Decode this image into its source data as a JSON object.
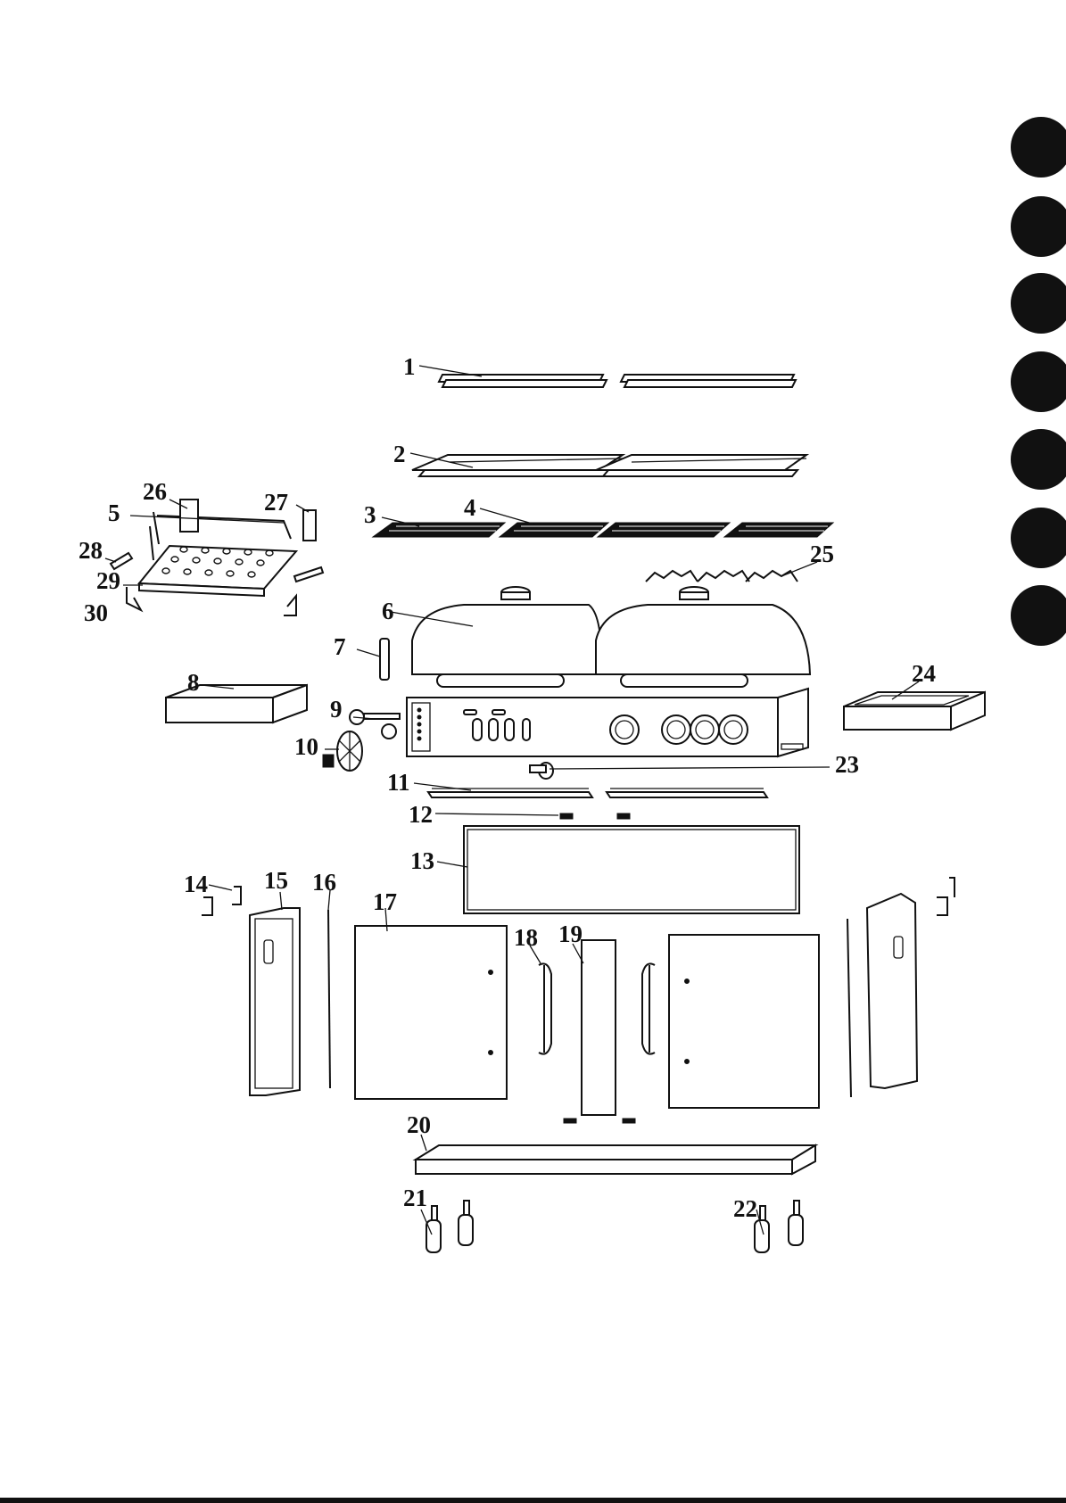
{
  "side_tabs": 7,
  "parts": [
    {
      "n": "1"
    },
    {
      "n": "2"
    },
    {
      "n": "3"
    },
    {
      "n": "4"
    },
    {
      "n": "5"
    },
    {
      "n": "6"
    },
    {
      "n": "7"
    },
    {
      "n": "8"
    },
    {
      "n": "9"
    },
    {
      "n": "10"
    },
    {
      "n": "11"
    },
    {
      "n": "12"
    },
    {
      "n": "13"
    },
    {
      "n": "14"
    },
    {
      "n": "15"
    },
    {
      "n": "16"
    },
    {
      "n": "17"
    },
    {
      "n": "18"
    },
    {
      "n": "19"
    },
    {
      "n": "20"
    },
    {
      "n": "21"
    },
    {
      "n": "22"
    },
    {
      "n": "23"
    },
    {
      "n": "24"
    },
    {
      "n": "25"
    },
    {
      "n": "26"
    },
    {
      "n": "27"
    },
    {
      "n": "28"
    },
    {
      "n": "29"
    },
    {
      "n": "30"
    }
  ]
}
